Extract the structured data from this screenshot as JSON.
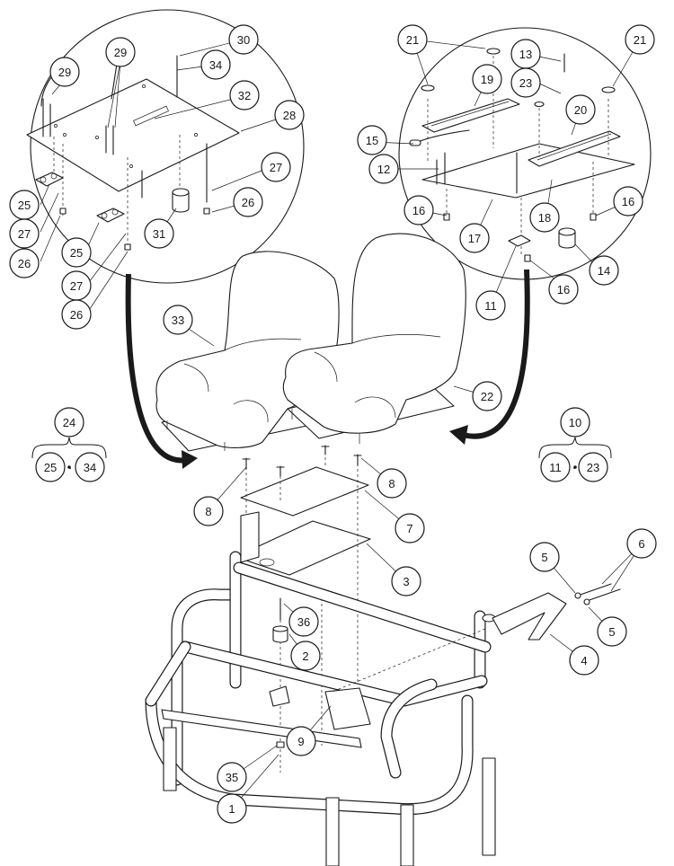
{
  "callouts": [
    {
      "id": "c1",
      "label": "1"
    },
    {
      "id": "c2",
      "label": "2"
    },
    {
      "id": "c3",
      "label": "3"
    },
    {
      "id": "c4",
      "label": "4"
    },
    {
      "id": "c5a",
      "label": "5"
    },
    {
      "id": "c5b",
      "label": "5"
    },
    {
      "id": "c6",
      "label": "6"
    },
    {
      "id": "c7",
      "label": "7"
    },
    {
      "id": "c8a",
      "label": "8"
    },
    {
      "id": "c8b",
      "label": "8"
    },
    {
      "id": "c9",
      "label": "9"
    },
    {
      "id": "c10",
      "label": "10"
    },
    {
      "id": "c11a",
      "label": "11"
    },
    {
      "id": "c11b",
      "label": "11"
    },
    {
      "id": "c12",
      "label": "12"
    },
    {
      "id": "c13",
      "label": "13"
    },
    {
      "id": "c14",
      "label": "14"
    },
    {
      "id": "c15",
      "label": "15"
    },
    {
      "id": "c16a",
      "label": "16"
    },
    {
      "id": "c16b",
      "label": "16"
    },
    {
      "id": "c16c",
      "label": "16"
    },
    {
      "id": "c17",
      "label": "17"
    },
    {
      "id": "c18",
      "label": "18"
    },
    {
      "id": "c19",
      "label": "19"
    },
    {
      "id": "c20",
      "label": "20"
    },
    {
      "id": "c21a",
      "label": "21"
    },
    {
      "id": "c21b",
      "label": "21"
    },
    {
      "id": "c22",
      "label": "22"
    },
    {
      "id": "c23a",
      "label": "23"
    },
    {
      "id": "c23b",
      "label": "23"
    },
    {
      "id": "c24",
      "label": "24"
    },
    {
      "id": "c25a",
      "label": "25"
    },
    {
      "id": "c25b",
      "label": "25"
    },
    {
      "id": "c25c",
      "label": "25"
    },
    {
      "id": "c26a",
      "label": "26"
    },
    {
      "id": "c26b",
      "label": "26"
    },
    {
      "id": "c26c",
      "label": "26"
    },
    {
      "id": "c27a",
      "label": "27"
    },
    {
      "id": "c27b",
      "label": "27"
    },
    {
      "id": "c27c",
      "label": "27"
    },
    {
      "id": "c28",
      "label": "28"
    },
    {
      "id": "c29a",
      "label": "29"
    },
    {
      "id": "c29b",
      "label": "29"
    },
    {
      "id": "c30",
      "label": "30"
    },
    {
      "id": "c31",
      "label": "31"
    },
    {
      "id": "c32",
      "label": "32"
    },
    {
      "id": "c33",
      "label": "33"
    },
    {
      "id": "c34a",
      "label": "34"
    },
    {
      "id": "c34b",
      "label": "34"
    },
    {
      "id": "c35",
      "label": "35"
    },
    {
      "id": "c36",
      "label": "36"
    }
  ],
  "groups": {
    "left": {
      "parent": "24",
      "range_start": "25",
      "range_end": "34",
      "separator": "·"
    },
    "right": {
      "parent": "10",
      "range_start": "11",
      "range_end": "23",
      "separator": "·"
    }
  }
}
